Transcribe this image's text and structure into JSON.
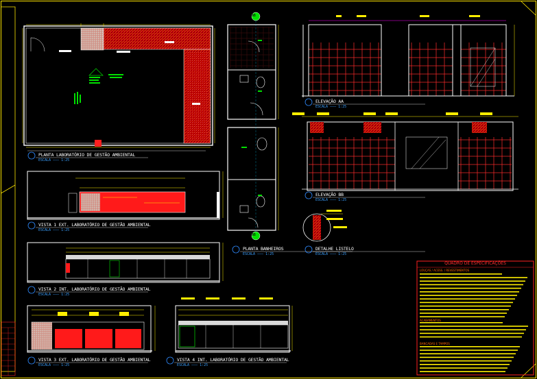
{
  "drawing": {
    "colors": {
      "frame": "#ffe600",
      "wall": "#ffffff",
      "hatch": "#ff1a1a",
      "tile": "#ff2a2a",
      "dim": "#ffee00",
      "text": "#ffffff",
      "scale": "#2f8bff",
      "accent": "#00e000",
      "cyan": "#00d0ff",
      "magenta": "#ff00ff"
    },
    "titles": {
      "planta_lab": "PLANTA LABORATÓRIO DE  GESTÃO AMBIENTAL",
      "vista1": "VISTA 1 EXT. LABORATÓRIO DE  GESTÃO AMBIENTAL",
      "vista2": "VISTA 2 INT. LABORATÓRIO DE  GESTÃO AMBIENTAL",
      "vista3": "VISTA 3 EXT. LABORATÓRIO DE  GESTÃO AMBIENTAL",
      "vista4": "VISTA 4 INT. LABORATÓRIO DE  GESTÃO AMBIENTAL",
      "planta_banheiros": "PLANTA BANHEIROS",
      "elevacao_aa": "ELEVAÇÃO AA",
      "elevacao_bb": "ELEVAÇÃO BB",
      "detalhe": "DETALHE LISTELO"
    },
    "scale_text": "ESCALA ——— 1:25",
    "section_marker": "AB",
    "legend": {
      "title": "QUADRO DE ESPECIFICAÇÕES",
      "headings": [
        "LOUÇAS / ACESS. / REVESTIMENTOS",
        "ACABAMENTOS",
        "BANCADAS E TAMPOS"
      ]
    }
  }
}
